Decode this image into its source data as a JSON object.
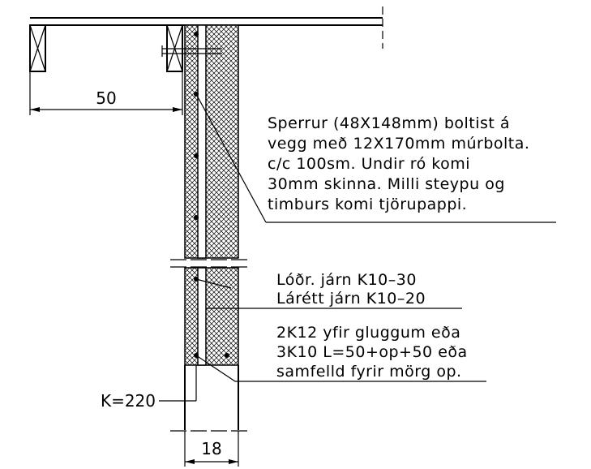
{
  "dimensions": {
    "overhang": "50",
    "bar_position": "K=220",
    "wall_thickness": "18"
  },
  "notes": {
    "rafter": [
      "Sperrur (48X148mm) boltist á",
      "vegg með 12X170mm múrbolta.",
      "c/c 100sm. Undir ró komi",
      "30mm skinna. Milli steypu og",
      "timburs komi tjörupappi."
    ],
    "vertical_rebar": "Lóðr. járn K10–30",
    "horizontal_rebar": "Lárétt járn K10–20",
    "window_rebar": [
      "2K12 yfir gluggum eða",
      "3K10 L=50+op+50 eða",
      "samfelld fyrir mörg op."
    ]
  }
}
